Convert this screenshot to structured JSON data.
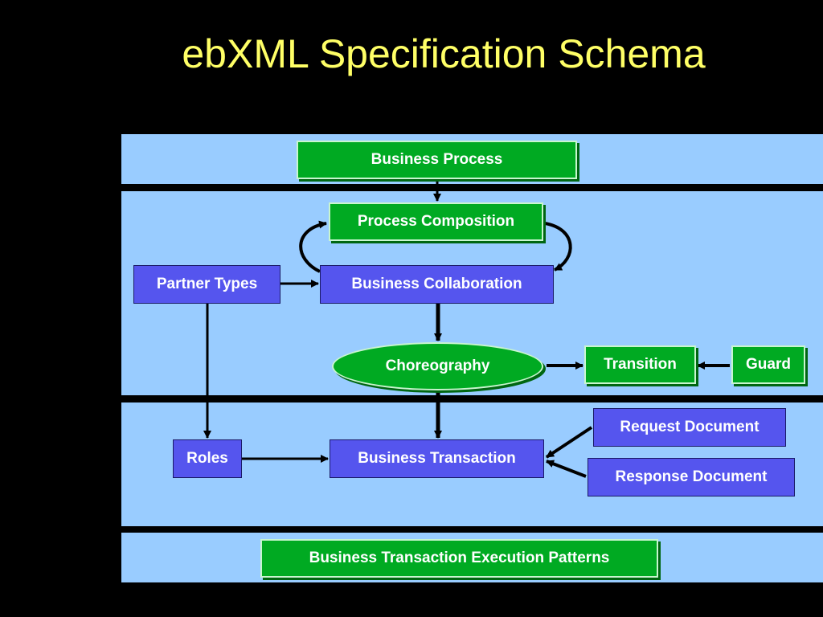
{
  "title": "ebXML Specification Schema",
  "colors": {
    "background": "#000000",
    "title": "#ffff66",
    "band": "#99ccff",
    "green_box": "#00aa22",
    "blue_box": "#5555ee",
    "arrow": "#000000"
  },
  "nodes": {
    "business_process": "Business Process",
    "process_composition": "Process Composition",
    "partner_types": "Partner Types",
    "business_collaboration": "Business Collaboration",
    "choreography": "Choreography",
    "transition": "Transition",
    "guard": "Guard",
    "request_document": "Request Document",
    "roles": "Roles",
    "business_transaction": "Business Transaction",
    "response_document": "Response Document",
    "execution_patterns": "Business Transaction Execution Patterns"
  },
  "edges": [
    {
      "from": "Business Process",
      "to": "Process Composition"
    },
    {
      "from": "Process Composition",
      "to": "Business Collaboration"
    },
    {
      "from": "Business Collaboration",
      "to": "Process Composition"
    },
    {
      "from": "Partner Types",
      "to": "Business Collaboration"
    },
    {
      "from": "Business Collaboration",
      "to": "Choreography"
    },
    {
      "from": "Choreography",
      "to": "Transition"
    },
    {
      "from": "Guard",
      "to": "Transition"
    },
    {
      "from": "Partner Types",
      "to": "Roles"
    },
    {
      "from": "Choreography",
      "to": "Business Transaction"
    },
    {
      "from": "Roles",
      "to": "Business Transaction"
    },
    {
      "from": "Request Document",
      "to": "Business Transaction"
    },
    {
      "from": "Response Document",
      "to": "Business Transaction"
    }
  ]
}
